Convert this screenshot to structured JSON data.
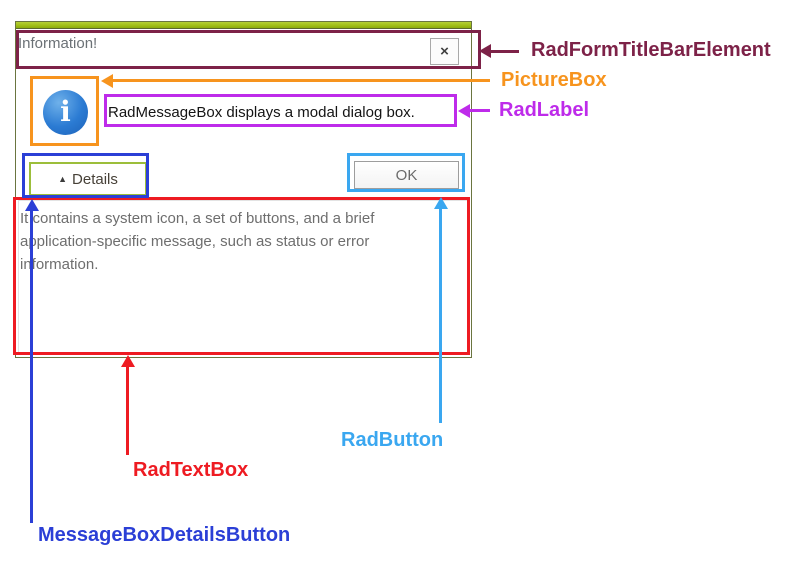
{
  "dialog": {
    "title": "Information!",
    "close_glyph": "×",
    "icon_glyph": "i",
    "message": "RadMessageBox displays a modal dialog box.",
    "details_button": {
      "arrow_glyph": "▲",
      "label": "Details"
    },
    "ok_label": "OK",
    "details_lines": [
      "It contains a system icon, a set of buttons, and a brief",
      "application-specific message, such as status or error",
      "information."
    ]
  },
  "annotations": {
    "titlebar": "RadFormTitleBarElement",
    "picturebox": "PictureBox",
    "radlabel": "RadLabel",
    "radbutton": "RadButton",
    "radtextbox": "RadTextBox",
    "detailsbutton": "MessageBoxDetailsButton"
  },
  "colors": {
    "maroon": "#7D2248",
    "orange": "#F7941E",
    "purple": "#BE2BEA",
    "blue": "#2B3FD6",
    "cyan": "#3AA7F0",
    "red": "#EE1B22",
    "olive": "#6A7540",
    "lime": "#9CBE3A",
    "iconblue": "#2B7BD3"
  }
}
